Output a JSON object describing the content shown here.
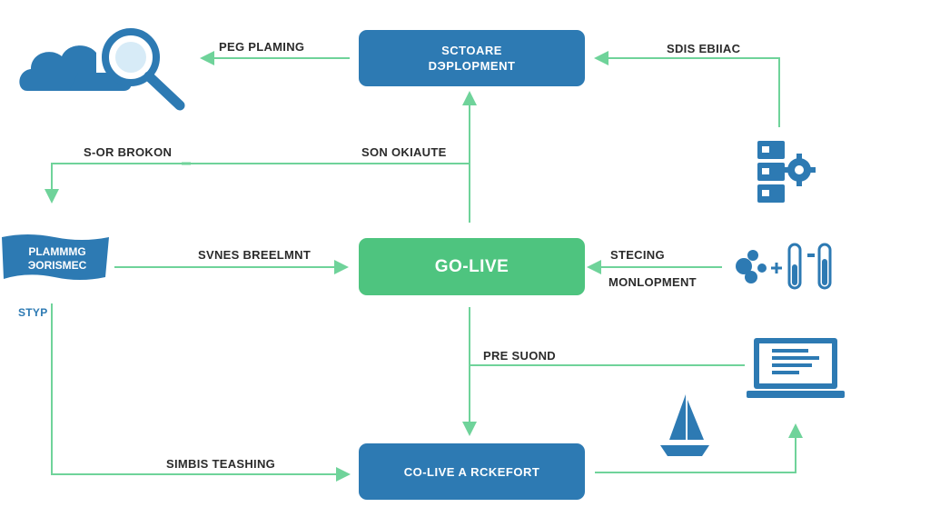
{
  "nodes": {
    "software_deployment": [
      "SCTOARE",
      "DЭPLOPMENT"
    ],
    "go_live": "GO-LIVE",
    "go_live_report": "CO-LIVE A RCKEFORT",
    "planning_flag": [
      "PLAMMMG",
      "ЭОRISMEC"
    ]
  },
  "labels": {
    "peg_planning": "PEG PLAMING",
    "sdis_ebiliac": "SDIS EBIIAC",
    "sor_broron": "S-OR BROKON",
    "son_omaute": "SON OKIAUTE",
    "svnes_breelmnt": "SVNES BREELMNT",
    "stecing": "STECING",
    "monlopment": "MONLOPMENT",
    "pre_sound": "PRE SUOND",
    "styp": "STYP",
    "simbis_teashing": "SIMBIS TEASHING"
  },
  "colors": {
    "primary": "#2d7ab3",
    "accent": "#4ec47f",
    "connector": "#6fd39a"
  },
  "icons": [
    "cloud-search-icon",
    "server-gear-icon",
    "test-tubes-icon",
    "laptop-icon",
    "sailboat-icon"
  ]
}
